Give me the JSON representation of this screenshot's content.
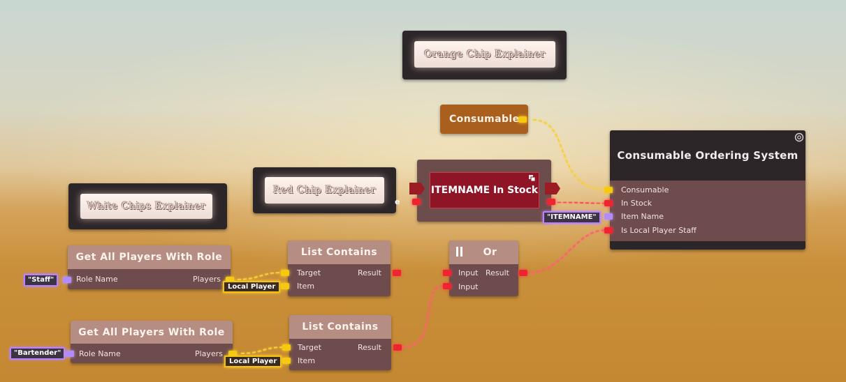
{
  "explainers": {
    "orange": "Orange Chip Explainer",
    "red": "Red Chip Explainer",
    "white": "White Chips Explainer"
  },
  "consumable_constant": "Consumable",
  "stock_chip": {
    "title": "ITEMNAME In Stock",
    "side_label": "e"
  },
  "ordering_system": {
    "title": "Consumable Ordering System",
    "inputs": [
      "Consumable",
      "In Stock",
      "Item Name",
      "Is Local Player Staff"
    ],
    "item_name_value": "\"ITEMNAME\""
  },
  "get_players_1": {
    "title": "Get All Players With Role",
    "input_label": "Role Name",
    "output_label": "Players",
    "role_value": "\"Staff\""
  },
  "get_players_2": {
    "title": "Get All Players With Role",
    "input_label": "Role Name",
    "output_label": "Players",
    "role_value": "\"Bartender\""
  },
  "list_contains_1": {
    "title": "List Contains",
    "target": "Target",
    "item": "Item",
    "result": "Result",
    "local_player": "Local Player"
  },
  "list_contains_2": {
    "title": "List Contains",
    "target": "Target",
    "item": "Item",
    "result": "Result",
    "local_player": "Local Player"
  },
  "or_chip": {
    "title": "Or",
    "input1": "Input",
    "input2": "Input",
    "result": "Result"
  },
  "colors": {
    "bool_port": "#ee2430",
    "list_port": "#f6c90f",
    "string_port": "#b28cff",
    "chip_body": "#6e4b4c",
    "chip_header": "#b58d83"
  }
}
